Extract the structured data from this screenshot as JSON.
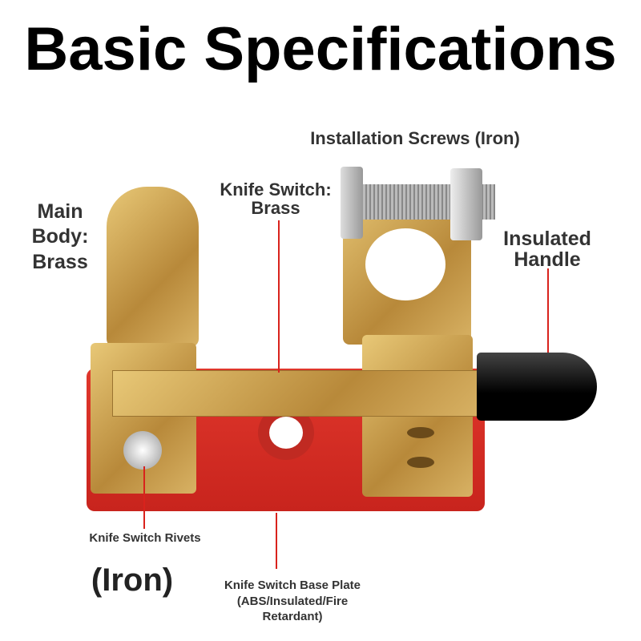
{
  "title": "Basic Specifications",
  "labels": {
    "screws": "Installation Screws (Iron)",
    "knife_switch_l1": "Knife Switch:",
    "knife_switch_l2": "Brass",
    "main_body_l1": "Main",
    "main_body_l2": "Body:",
    "main_body_l3": "Brass",
    "handle_l1": "Insulated",
    "handle_l2": "Handle",
    "rivets": "Knife Switch Rivets",
    "rivets_material": "(Iron)",
    "base_l1": "Knife Switch Base Plate",
    "base_l2": "(ABS/Insulated/Fire",
    "base_l3": "Retardant)"
  },
  "colors": {
    "leader_line": "#d9221c",
    "base_plate": "#d42a22",
    "brass": "#c99d4c",
    "handle": "#111111"
  }
}
